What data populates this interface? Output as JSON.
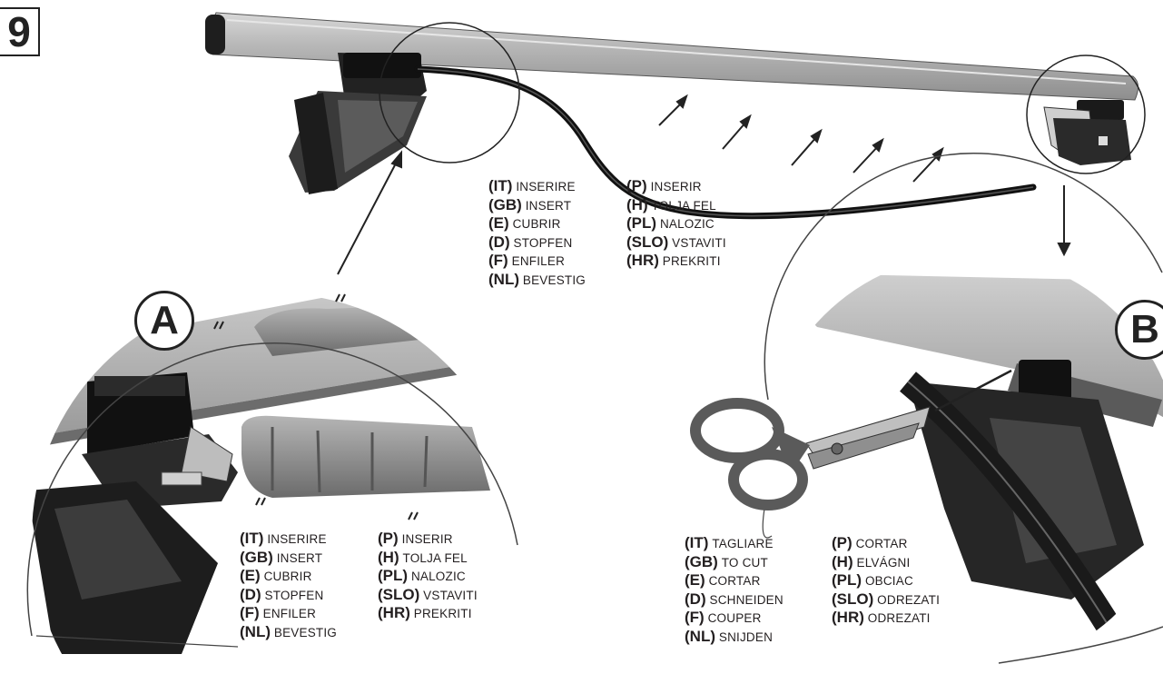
{
  "step_number": "9",
  "detail_labels": {
    "a": "A",
    "b": "B"
  },
  "insert_instructions": [
    {
      "code": "(IT)",
      "word": "INSERIRE"
    },
    {
      "code": "(GB)",
      "word": "INSERT"
    },
    {
      "code": "(E)",
      "word": "CUBRIR"
    },
    {
      "code": "(D)",
      "word": "STOPFEN"
    },
    {
      "code": "(F)",
      "word": "ENFILER"
    },
    {
      "code": "(NL)",
      "word": "BEVESTIG"
    },
    {
      "code": "(P)",
      "word": "INSERIR"
    },
    {
      "code": "(H)",
      "word": "TOLJA  FEL"
    },
    {
      "code": "(PL)",
      "word": "NALOZIC"
    },
    {
      "code": "(SLO)",
      "word": "VSTAVITI"
    },
    {
      "code": "(HR)",
      "word": "PREKRITI"
    }
  ],
  "cut_instructions": [
    {
      "code": "(IT)",
      "word": "TAGLIARE"
    },
    {
      "code": "(GB)",
      "word": "TO CUT"
    },
    {
      "code": "(E)",
      "word": "CORTAR"
    },
    {
      "code": "(D)",
      "word": "SCHNEIDEN"
    },
    {
      "code": "(F)",
      "word": "COUPER"
    },
    {
      "code": "(NL)",
      "word": "SNIJDEN"
    },
    {
      "code": "(P)",
      "word": "CORTAR"
    },
    {
      "code": "(H)",
      "word": "ELVÁGNI"
    },
    {
      "code": "(PL)",
      "word": "OBCIAC"
    },
    {
      "code": "(SLO)",
      "word": "ODREZATI"
    },
    {
      "code": "(HR)",
      "word": "ODREZATI"
    }
  ]
}
